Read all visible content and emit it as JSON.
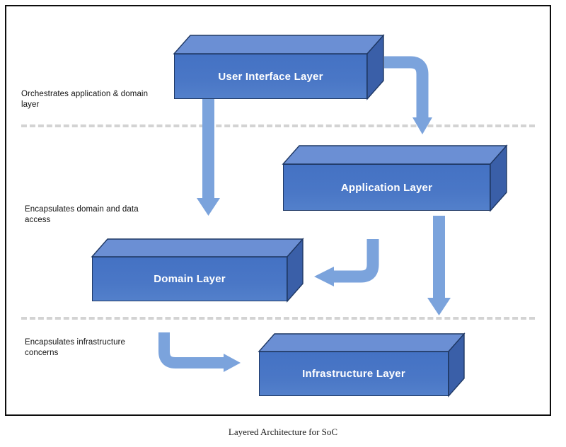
{
  "diagram": {
    "caption": "Layered Architecture for SoC",
    "colors": {
      "box_front": "#4472C4",
      "box_top": "#6B8FD4",
      "box_side": "#3A5FA8",
      "box_outline": "#1F3864",
      "arrow": "#7BA3DC",
      "divider": "#D3D3D3",
      "frame_border": "#0D0D0D",
      "label_text": "#FFFFFF",
      "note_text": "#111111"
    },
    "layers": [
      {
        "id": "user-interface-layer",
        "label": "User Interface Layer"
      },
      {
        "id": "application-layer",
        "label": "Application Layer"
      },
      {
        "id": "domain-layer",
        "label": "Domain Layer"
      },
      {
        "id": "infrastructure-layer",
        "label": "Infrastructure Layer"
      }
    ],
    "notes": [
      {
        "id": "note-orchestrates",
        "text": "Orchestrates application & domain\nlayer"
      },
      {
        "id": "note-encapsulates-domain",
        "text": "Encapsulates domain and data\naccess"
      },
      {
        "id": "note-encapsulates-infrastructure",
        "text": "Encapsulates infrastructure\nconcerns"
      }
    ],
    "dividers": [
      {
        "id": "divider-upper"
      },
      {
        "id": "divider-lower"
      }
    ],
    "arrows": [
      {
        "id": "arrow-ui-to-application",
        "from": "User Interface Layer",
        "to": "Application Layer",
        "direction": "down"
      },
      {
        "id": "arrow-ui-to-domain",
        "from": "User Interface Layer",
        "to": "Domain Layer",
        "direction": "down"
      },
      {
        "id": "arrow-application-to-domain",
        "from": "Application Layer",
        "to": "Domain Layer",
        "direction": "left"
      },
      {
        "id": "arrow-application-to-infrastructure",
        "from": "Application Layer",
        "to": "Infrastructure Layer",
        "direction": "down"
      },
      {
        "id": "arrow-domain-to-infrastructure",
        "from": "Domain Layer",
        "to": "Infrastructure Layer",
        "direction": "right"
      }
    ]
  }
}
